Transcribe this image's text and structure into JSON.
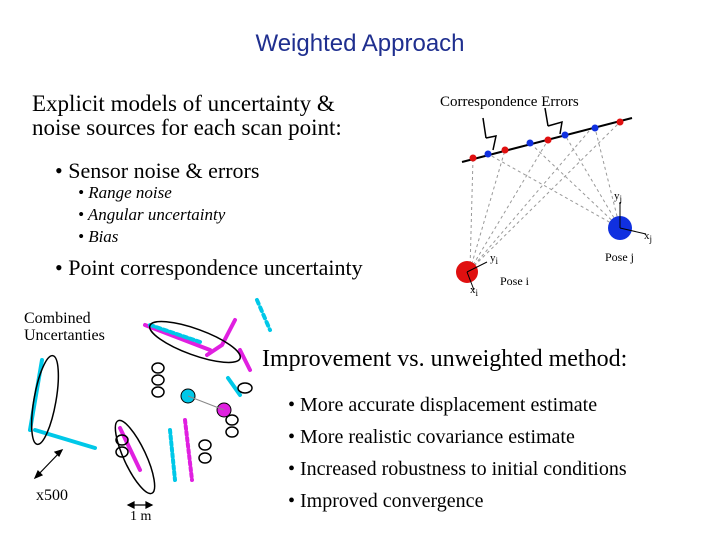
{
  "slide": {
    "title": "Weighted Approach",
    "intro_line1": "Explicit  models of uncertainty &",
    "intro_line2": "noise sources for each scan point:",
    "bullet_sensor": "• Sensor noise & errors",
    "sub_bullets": [
      "•  Range noise",
      "•  Angular uncertainty",
      "•  Bias"
    ],
    "bullet_correspondence": "• Point correspondence uncertainty",
    "improvement_heading": "Improvement vs. unweighted method:",
    "improvements": [
      "• More accurate displacement estimate",
      "• More realistic covariance estimate",
      "• Increased robustness to initial conditions",
      "• Improved convergence"
    ]
  },
  "correspondence_figure": {
    "title": "Correspondence Errors",
    "pose_i_label": "Pose i",
    "pose_j_label": "Pose j",
    "axis_xi": "x",
    "axis_yi": "y",
    "axis_xj": "x",
    "axis_yj": "y",
    "sub_i": "i",
    "sub_j": "j",
    "colors": {
      "pose_i": "#e01010",
      "pose_j": "#1030e0",
      "line": "#000000"
    }
  },
  "uncertainty_figure": {
    "label_line1": "Combined",
    "label_line2": "Uncertanties",
    "scale_x500": "x500",
    "scale_1m": "1 m",
    "colors": {
      "cyan": "#00c8e8",
      "magenta": "#e020e0",
      "ellipse": "#000000"
    }
  }
}
